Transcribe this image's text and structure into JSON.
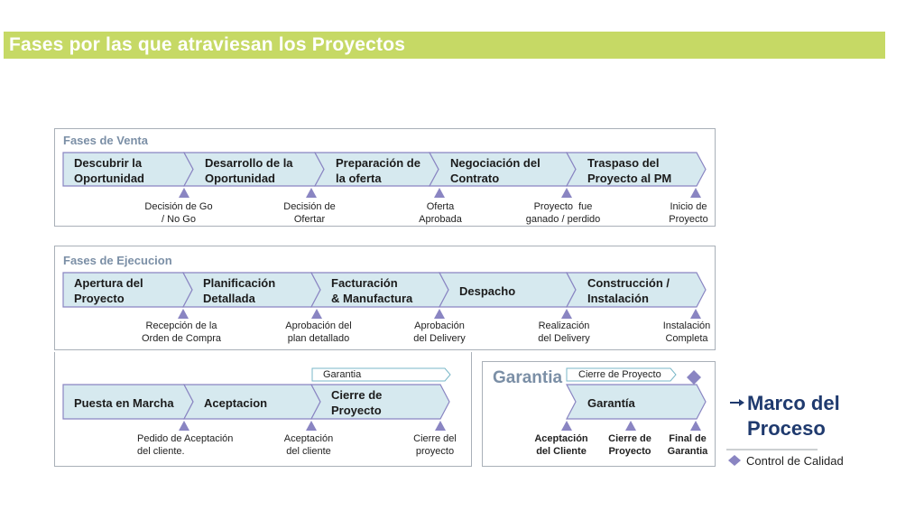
{
  "title": "Fases por las que atraviesan los  Proyectos",
  "venta": {
    "title": "Fases de Venta",
    "steps": [
      "Descubrir la\nOportunidad",
      "Desarrollo de la\nOportunidad",
      "Preparación de\nla oferta",
      "Negociación del\nContrato",
      "Traspaso del\nProyecto al PM"
    ],
    "milestones": [
      "Decisión de Go\n/ No Go",
      "Decisión de\nOfertar",
      "Oferta\nAprobada",
      "Proyecto  fue\nganado / perdido",
      "Inicio de\nProyecto"
    ]
  },
  "ejecucion": {
    "title": "Fases de Ejecucion",
    "steps": [
      "Apertura del\nProyecto",
      "Planificación\nDetallada",
      "Facturación\n& Manufactura",
      "Despacho",
      "Construcción /\nInstalación"
    ],
    "milestones": [
      "Recepción de la\nOrden de Compra",
      "Aprobación del\nplan detallado",
      "Aprobación\ndel Delivery",
      "Realización\ndel Delivery",
      "Instalación\nCompleta"
    ],
    "tag": "Garantia",
    "steps2": [
      "Puesta en Marcha",
      "Aceptacion",
      "Cierre de\nProyecto"
    ],
    "milestones2": [
      "Pedido de Aceptación\ndel cliente.",
      "Aceptación\ndel cliente",
      "Cierre del\nproyecto"
    ]
  },
  "garantia": {
    "title": "Garantia",
    "tag": "Cierre de Proyecto",
    "step": "Garantía",
    "milestones": [
      "Aceptación\ndel Cliente",
      "Cierre de\nProyecto",
      "Final de\nGarantia"
    ]
  },
  "legend": {
    "marco": "Marco del\nProceso",
    "control": "Control de Calidad"
  },
  "colors": {
    "title_bar": "#c6d965",
    "chevron_fill": "#d6e9ef",
    "chevron_stroke": "#8a85c2",
    "milestone": "#8a85c2",
    "section_title": "#7b8fa6",
    "marco": "#1f3a6e"
  }
}
